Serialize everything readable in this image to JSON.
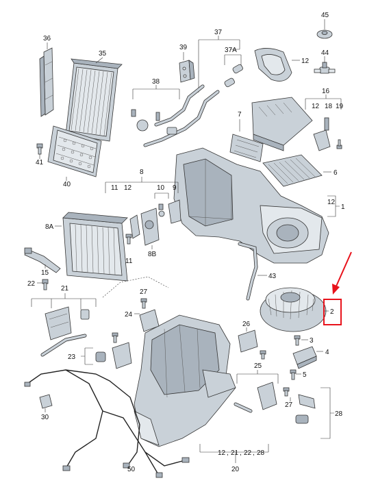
{
  "labels": {
    "l45": "45",
    "l44": "44",
    "l36": "36",
    "l35": "35",
    "l37": "37",
    "l39": "39",
    "l37a": "37A",
    "l12_top": "12",
    "l38": "38",
    "l16": "16",
    "l12_16": "12",
    "l18": "18",
    "l19": "19",
    "l7": "7",
    "l41": "41",
    "l40": "40",
    "l6": "6",
    "l8": "8",
    "l11_8": "11",
    "l12_8": "12",
    "l10": "10",
    "l9": "9",
    "l12_1": "12",
    "l1": "1",
    "l8a": "8A",
    "l11": "11",
    "l8b": "8B",
    "l15": "15",
    "l43": "43",
    "l22": "22",
    "l21": "21",
    "l2": "2",
    "l27": "27",
    "l24": "24",
    "l26": "26",
    "l3": "3",
    "l4": "4",
    "l23": "23",
    "l5": "5",
    "l25": "25",
    "l27b": "27",
    "l28": "28",
    "l30": "30",
    "l12_20": "12",
    "l21_20": "21",
    "l22_20": "22",
    "l28_20": "28",
    "l20": "20",
    "l50": "50",
    "sep1": ",",
    "sep2": ",",
    "sep3": ",",
    "sep4": ","
  },
  "colors": {
    "highlight_box": "#e8121b",
    "arrow": "#e8121b"
  }
}
